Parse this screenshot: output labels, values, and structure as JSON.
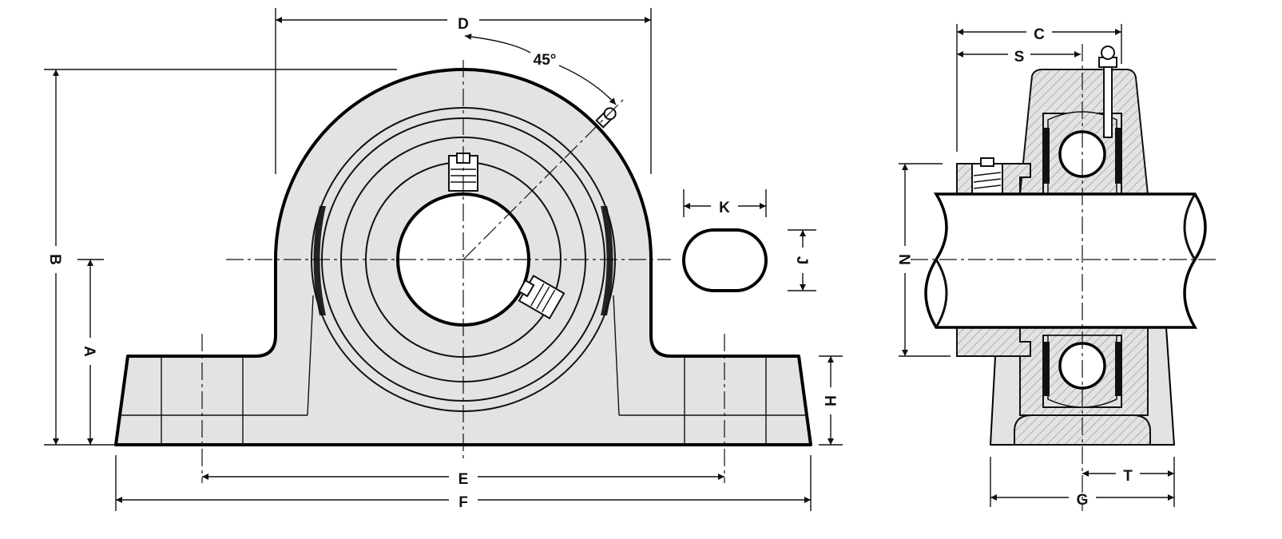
{
  "drawing": {
    "front_view": {
      "labels": {
        "D": "D",
        "angle": "45°",
        "B": "B",
        "A": "A",
        "K": "K",
        "J": "J",
        "H": "H",
        "E": "E",
        "F": "F"
      }
    },
    "side_view": {
      "labels": {
        "C": "C",
        "S": "S",
        "N": "N",
        "T": "T",
        "G": "G"
      }
    },
    "colors": {
      "body_fill": "#e3e3e3",
      "line": "#000000",
      "background": "#ffffff"
    }
  }
}
